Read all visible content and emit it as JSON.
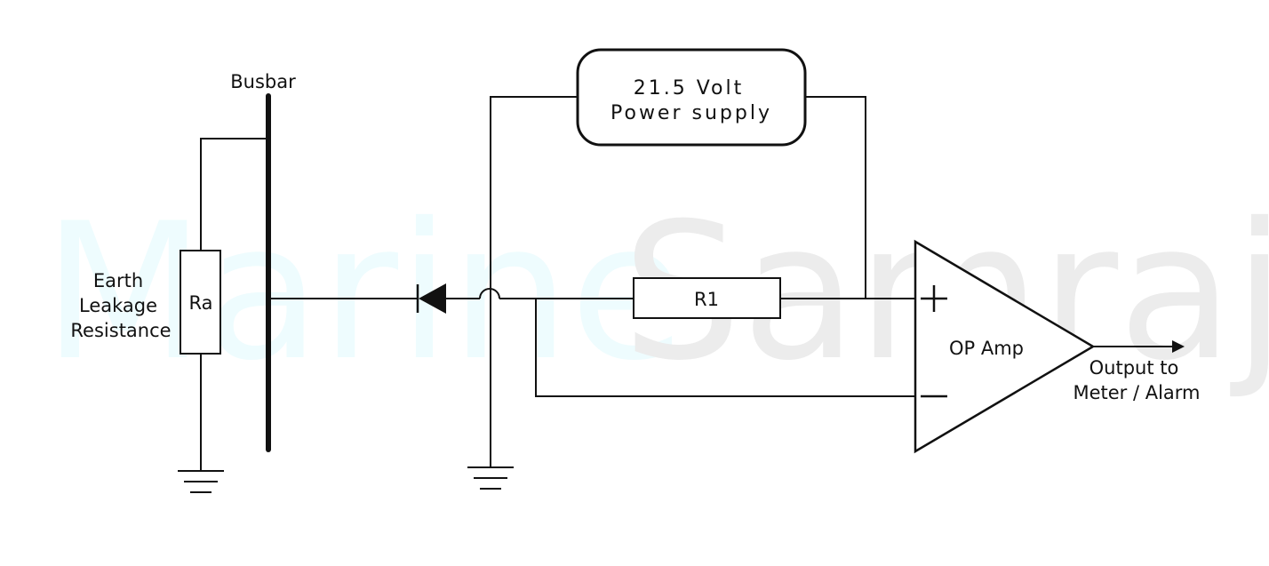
{
  "watermark": {
    "text_primary": "Marine",
    "text_secondary": "Samraj",
    "color_accent": "#eefcfe",
    "color_muted": "#ececec"
  },
  "labels": {
    "busbar": "Busbar",
    "earth_leakage_line1": "Earth",
    "earth_leakage_line2": "Leakage",
    "earth_leakage_line3": "Resistance",
    "resistor_ra": "Ra",
    "resistor_r1": "R1",
    "power_supply_line1": "21.5 Volt",
    "power_supply_line2": "Power supply",
    "op_amp": "OP Amp",
    "output_line1": "Output to",
    "output_line2": "Meter / Alarm"
  },
  "colors": {
    "line": "#111111",
    "background": "#ffffff"
  }
}
